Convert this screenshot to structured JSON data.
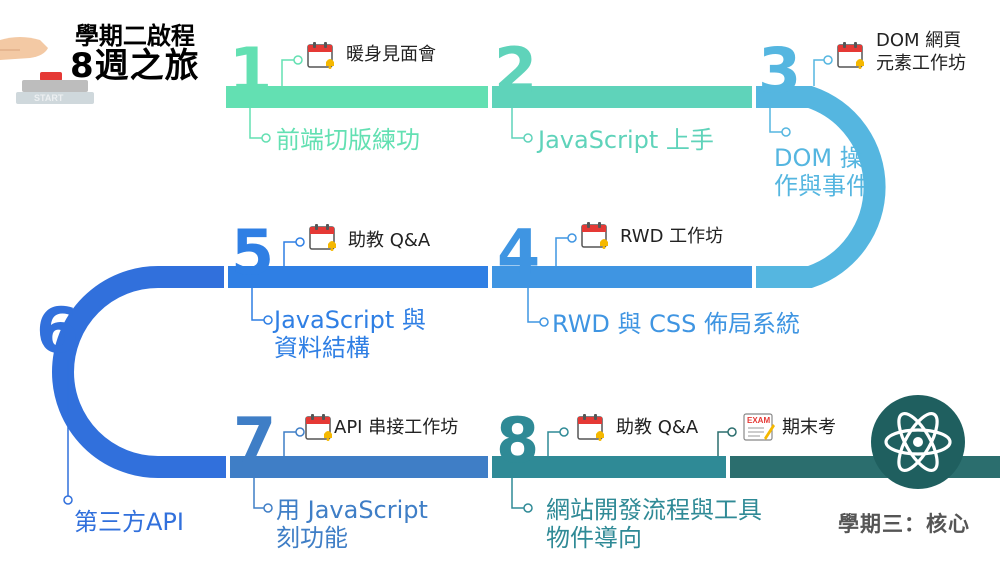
{
  "title": {
    "line1": "學期二啟程",
    "line2": "8週之旅"
  },
  "start_label": "START",
  "footer": "學期三：核心",
  "colors": {
    "w1": "#63e0b2",
    "w2": "#5fd3ba",
    "w3": "#55b6e0",
    "w4": "#3f95e2",
    "w5": "#2f7fe4",
    "w6": "#3170dc",
    "w7": "#3f7ec6",
    "w8": "#2f8a96",
    "final": "#2b6e6e"
  },
  "weeks": [
    {
      "num": "1",
      "topic": [
        "前端切版練功"
      ],
      "event": "暖身見面會",
      "icon": "calendar-icon"
    },
    {
      "num": "2",
      "topic": [
        "JavaScript 上手"
      ]
    },
    {
      "num": "3",
      "topic": [
        "DOM 操",
        "作與事件"
      ],
      "event": [
        "DOM 網頁",
        "元素工作坊"
      ],
      "icon": "calendar-icon"
    },
    {
      "num": "4",
      "topic": [
        "RWD 與 CSS 佈局系統"
      ],
      "event": "RWD 工作坊",
      "icon": "calendar-icon"
    },
    {
      "num": "5",
      "topic": [
        "JavaScript 與",
        "資料結構"
      ],
      "event": "助教 Q&A",
      "icon": "calendar-icon"
    },
    {
      "num": "6",
      "topic": [
        "第三方API"
      ]
    },
    {
      "num": "7",
      "topic": [
        "用 JavaScript",
        "刻功能"
      ],
      "event": "API 串接工作坊",
      "icon": "calendar-icon"
    },
    {
      "num": "8",
      "topic": [
        "網站開發流程與工具",
        "物件導向"
      ],
      "event": "助教 Q&A",
      "icon": "calendar-icon"
    }
  ],
  "final_event": {
    "label": "期末考",
    "icon": "exam-icon",
    "badge": "EXAM"
  },
  "end_icon": "react-atom-icon"
}
